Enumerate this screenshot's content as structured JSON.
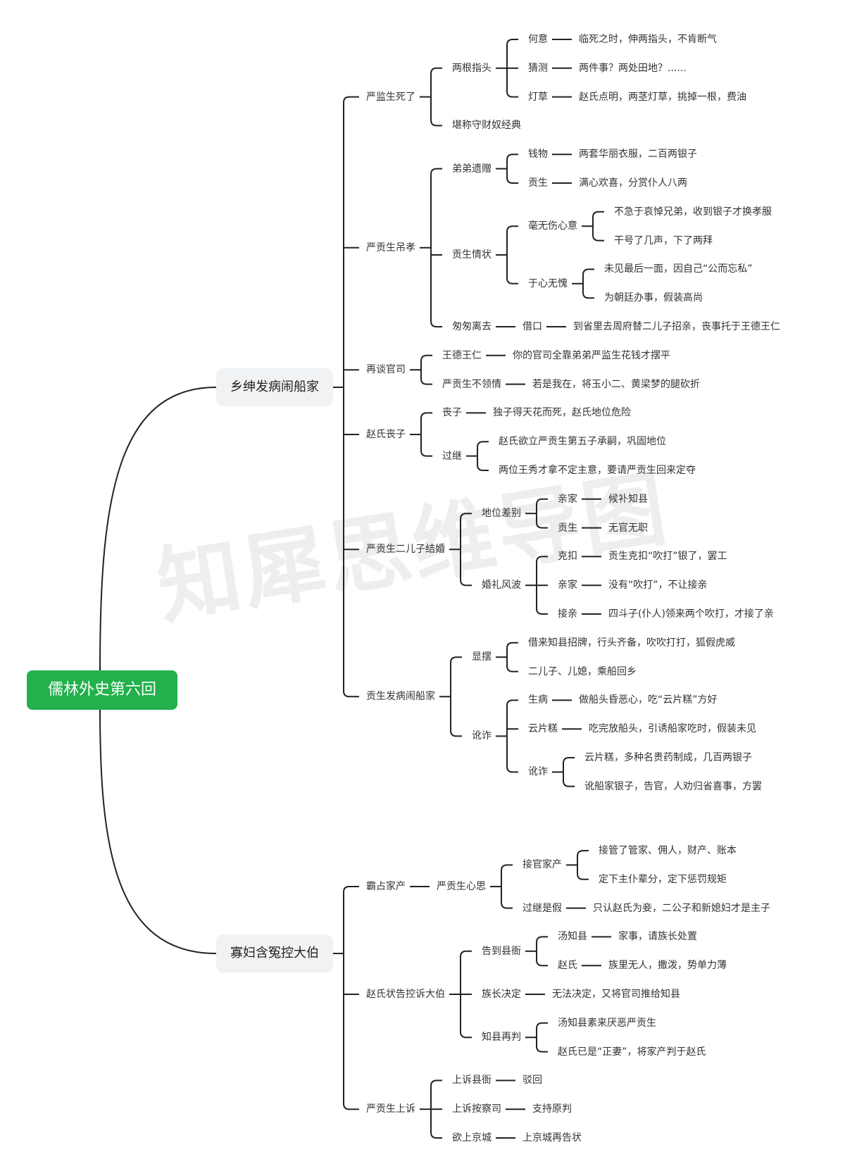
{
  "watermark": "知犀思维导图",
  "colors": {
    "root_bg": "#22b14c",
    "line": "#222222",
    "branch_bg": "#f0f2f4"
  },
  "root": "儒林外史第六回",
  "branches": [
    {
      "title": "乡绅发病闹船家",
      "children": [
        {
          "label": "严监生死了",
          "children": [
            {
              "label": "两根指头",
              "children": [
                {
                  "label": "何意",
                  "children": [
                    {
                      "label": "临死之时，伸两指头，不肯断气"
                    }
                  ]
                },
                {
                  "label": "猜测",
                  "children": [
                    {
                      "label": "两件事？两处田地？......"
                    }
                  ]
                },
                {
                  "label": "灯草",
                  "children": [
                    {
                      "label": "赵氏点明，两茎灯草，挑掉一根，费油"
                    }
                  ]
                }
              ]
            },
            {
              "label": "堪称守财奴经典"
            }
          ]
        },
        {
          "label": "严贡生吊孝",
          "children": [
            {
              "label": "弟弟遗赠",
              "children": [
                {
                  "label": "钱物",
                  "children": [
                    {
                      "label": "两套华丽衣服，二百两银子"
                    }
                  ]
                },
                {
                  "label": "贡生",
                  "children": [
                    {
                      "label": "满心欢喜，分赏仆人八两"
                    }
                  ]
                }
              ]
            },
            {
              "label": "贡生情状",
              "children": [
                {
                  "label": "毫无伤心意",
                  "children": [
                    {
                      "label": "不急于哀悼兄弟，收到银子才换孝服"
                    },
                    {
                      "label": "干号了几声，下了两拜"
                    }
                  ]
                },
                {
                  "label": "于心无愧",
                  "children": [
                    {
                      "label": "未见最后一面，因自己“公而忘私”"
                    },
                    {
                      "label": "为朝廷办事，假装高尚"
                    }
                  ]
                }
              ]
            },
            {
              "label": "匆匆离去",
              "children": [
                {
                  "label": "借口",
                  "children": [
                    {
                      "label": "到省里去周府替二儿子招亲，丧事托于王德王仁"
                    }
                  ]
                }
              ]
            }
          ]
        },
        {
          "label": "再谈官司",
          "children": [
            {
              "label": "王德王仁",
              "children": [
                {
                  "label": "你的官司全靠弟弟严监生花钱才摆平"
                }
              ]
            },
            {
              "label": "严贡生不领情",
              "children": [
                {
                  "label": "若是我在，将玉小二、黄梁梦的腿砍折"
                }
              ]
            }
          ]
        },
        {
          "label": "赵氏丧子",
          "children": [
            {
              "label": "丧子",
              "children": [
                {
                  "label": "独子得天花而死，赵氏地位危险"
                }
              ]
            },
            {
              "label": "过继",
              "children": [
                {
                  "label": "赵氏欲立严贡生第五子承嗣，巩固地位"
                },
                {
                  "label": "两位王秀才拿不定主意，要请严贡生回来定夺"
                }
              ]
            }
          ]
        },
        {
          "label": "严贡生二儿子结婚",
          "children": [
            {
              "label": "地位差别",
              "children": [
                {
                  "label": "亲家",
                  "children": [
                    {
                      "label": "候补知县"
                    }
                  ]
                },
                {
                  "label": "贡生",
                  "children": [
                    {
                      "label": "无官无职"
                    }
                  ]
                }
              ]
            },
            {
              "label": "婚礼风波",
              "children": [
                {
                  "label": "克扣",
                  "children": [
                    {
                      "label": "贡生克扣“吹打”银了，罢工"
                    }
                  ]
                },
                {
                  "label": "亲家",
                  "children": [
                    {
                      "label": "没有“吹打”，不让接亲"
                    }
                  ]
                },
                {
                  "label": "接亲",
                  "children": [
                    {
                      "label": "四斗子(仆人)领来两个吹打，才接了亲"
                    }
                  ]
                }
              ]
            }
          ]
        },
        {
          "label": "贡生发病闹船家",
          "children": [
            {
              "label": "显摆",
              "children": [
                {
                  "label": "借来知县招牌，行头齐备，吹吹打打，狐假虎威"
                },
                {
                  "label": "二儿子、儿媳，乘船回乡"
                }
              ]
            },
            {
              "label": "讹诈",
              "children": [
                {
                  "label": "生病",
                  "children": [
                    {
                      "label": "做船头昏恶心，吃“云片糕”方好"
                    }
                  ]
                },
                {
                  "label": "云片糕",
                  "children": [
                    {
                      "label": "吃完放船头，引诱船家吃时，假装未见"
                    }
                  ]
                },
                {
                  "label": "讹诈",
                  "children": [
                    {
                      "label": "云片糕，多种名贵药制成，几百两银子"
                    },
                    {
                      "label": "讹船家银子，告官，人劝归省喜事，方罢"
                    }
                  ]
                }
              ]
            }
          ]
        }
      ]
    },
    {
      "title": "寡妇含冤控大伯",
      "children": [
        {
          "label": "霸占家产",
          "children": [
            {
              "label": "严贡生心思",
              "children": [
                {
                  "label": "接官家产",
                  "children": [
                    {
                      "label": "接管了管家、佣人，财产、账本"
                    },
                    {
                      "label": "定下主仆辈分，定下惩罚规矩"
                    }
                  ]
                },
                {
                  "label": "过继是假",
                  "children": [
                    {
                      "label": "只认赵氏为妾，二公子和新媳妇才是主子"
                    }
                  ]
                }
              ]
            }
          ]
        },
        {
          "label": "赵氏状告控诉大伯",
          "children": [
            {
              "label": "告到县衙",
              "children": [
                {
                  "label": "汤知县",
                  "children": [
                    {
                      "label": "家事，请族长处置"
                    }
                  ]
                },
                {
                  "label": "赵氏",
                  "children": [
                    {
                      "label": "族里无人，撒泼，势单力薄"
                    }
                  ]
                }
              ]
            },
            {
              "label": "族长决定",
              "children": [
                {
                  "label": "无法决定，又将官司推给知县"
                }
              ]
            },
            {
              "label": "知县再判",
              "children": [
                {
                  "label": "汤知县素来厌恶严贡生"
                },
                {
                  "label": "赵氏已是“正妻”，将家产判于赵氏"
                }
              ]
            }
          ]
        },
        {
          "label": "严贡生上诉",
          "children": [
            {
              "label": "上诉县衙",
              "children": [
                {
                  "label": "驳回"
                }
              ]
            },
            {
              "label": "上诉按察司",
              "children": [
                {
                  "label": "支持原判"
                }
              ]
            },
            {
              "label": "欲上京城",
              "children": [
                {
                  "label": "上京城再告状"
                }
              ]
            }
          ]
        }
      ]
    }
  ]
}
